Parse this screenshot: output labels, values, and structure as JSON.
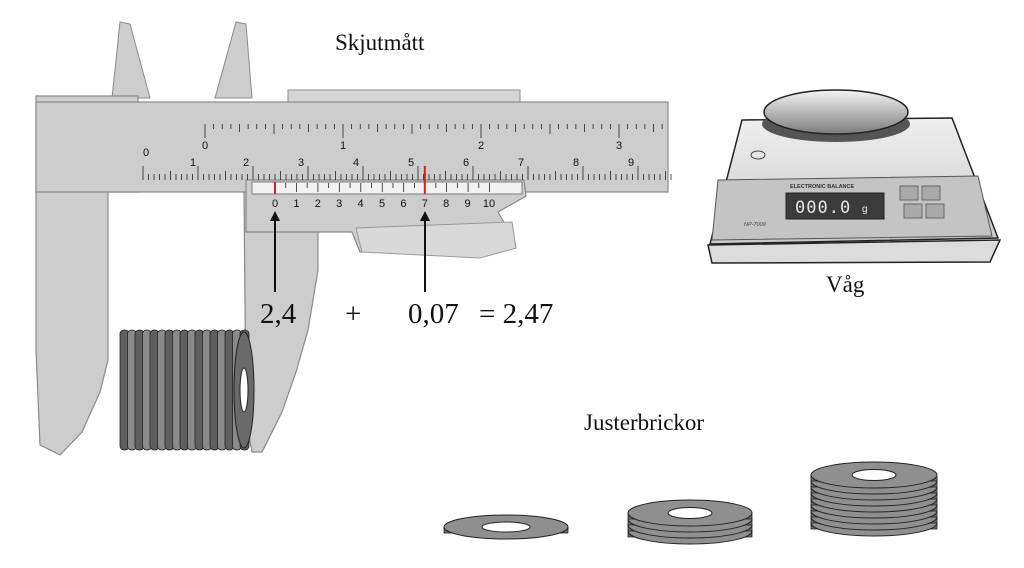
{
  "labels": {
    "caliper": "Skjutmått",
    "scale": "Våg",
    "shims": "Justerbrickor"
  },
  "reading": {
    "main_value": "2,4",
    "plus": "+",
    "vernier_value": "0,07",
    "result": "= 2,47"
  },
  "caliper": {
    "main_scale_cm": [
      "0",
      "1",
      "2",
      "3",
      "4",
      "5",
      "6",
      "7",
      "8",
      "9"
    ],
    "inch_scale": [
      "0",
      "1",
      "2",
      "3"
    ],
    "vernier_scale": [
      "0",
      "1",
      "2",
      "3",
      "4",
      "5",
      "6",
      "7",
      "8",
      "9",
      "10"
    ],
    "vernier_aligned_index": 7,
    "main_reading_cm": 2.4
  },
  "balance": {
    "display": "000.0",
    "unit": "g",
    "brand": "ELECTRONIC BALANCE",
    "model": "NP-7000"
  },
  "shim_stacks": [
    1,
    4,
    9
  ],
  "colors": {
    "caliper_body": "#cdcdcd",
    "caliper_edge": "#8a8a8a",
    "shim_dark": "#707070",
    "shim_light": "#a9a9a9",
    "alignment_mark": "#d32222"
  }
}
